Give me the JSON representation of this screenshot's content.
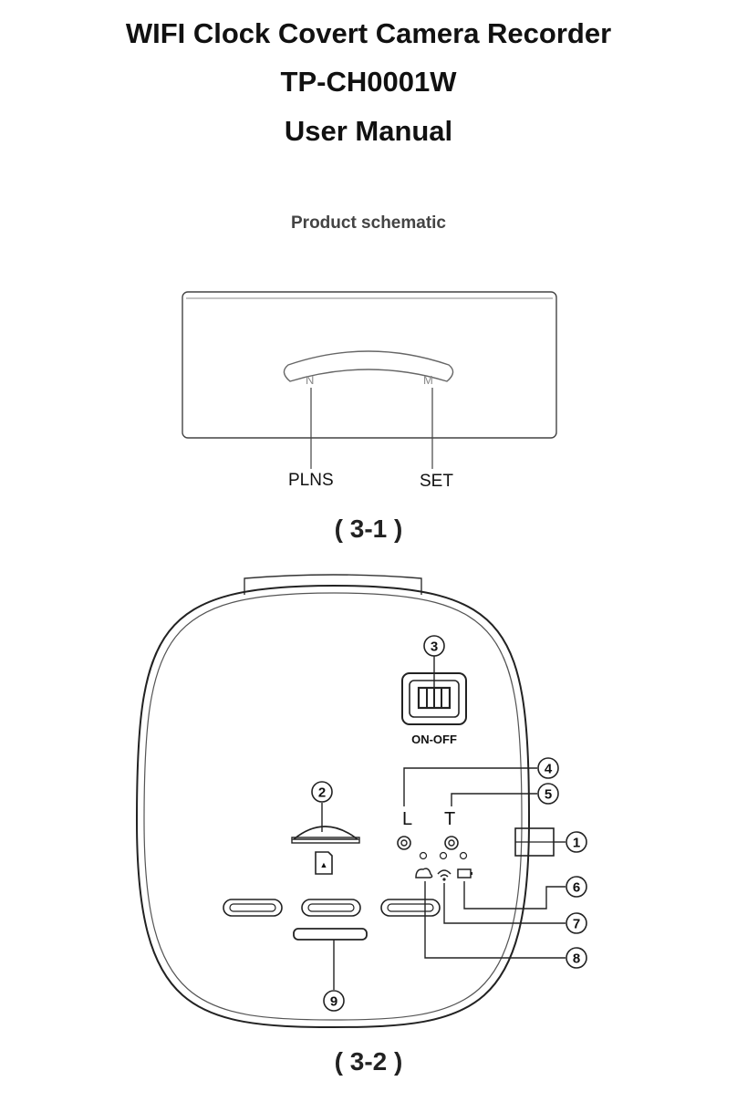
{
  "header": {
    "title_line1": "WIFI Clock Covert Camera Recorder",
    "title_line2": "TP-CH0001W",
    "title_line3": "User Manual"
  },
  "section_title": "Product schematic",
  "figure1": {
    "caption": "( 3-1 )",
    "button_left_letter": "N",
    "button_right_letter": "M",
    "label_left": "PLNS",
    "label_right": "SET"
  },
  "figure2": {
    "caption": "( 3-2 )",
    "switch_label": "ON-OFF",
    "led_label_l": "L",
    "led_label_t": "T",
    "callouts": [
      "1",
      "2",
      "3",
      "4",
      "5",
      "6",
      "7",
      "8",
      "9"
    ]
  }
}
